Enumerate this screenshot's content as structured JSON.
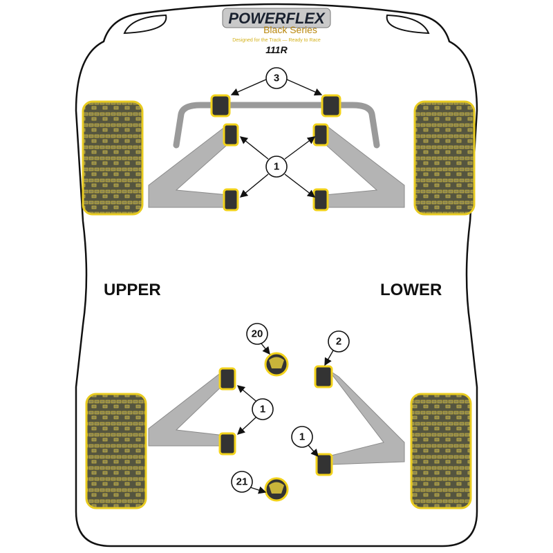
{
  "logo": {
    "brand": "POWERFLEX",
    "series": "Black Series",
    "tagline": "Designed for the Track — Ready to Race"
  },
  "model": "111R",
  "labels": {
    "upper": "UPPER",
    "lower": "LOWER"
  },
  "callouts": [
    "3",
    "1",
    "20",
    "2",
    "1",
    "1",
    "21"
  ],
  "colors": {
    "accent": "#f2d21b",
    "tire": "#4a4a3a",
    "arm": "#b4b4b4"
  }
}
